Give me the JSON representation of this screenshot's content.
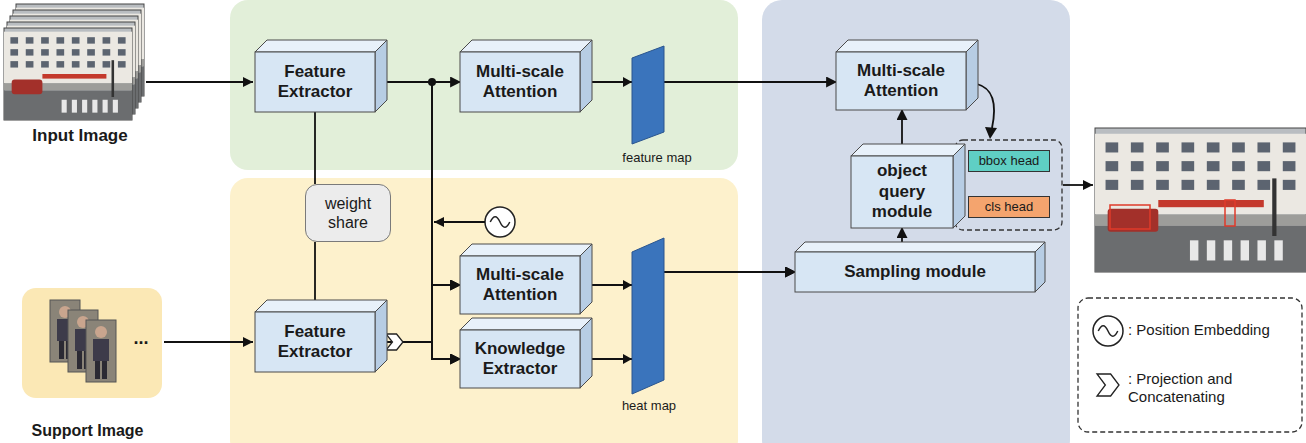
{
  "diagram": {
    "nodes": [
      {
        "text": [
          "Feature Extractor"
        ]
      },
      {
        "text": [
          "Multi-scale Attention"
        ]
      },
      {
        "text": [
          "weight share"
        ]
      },
      {
        "text": [
          "Feature Extractor"
        ]
      },
      {
        "text": [
          "Multi-scale Attention"
        ]
      },
      {
        "text": [
          "Knowledge Extractor"
        ]
      },
      {
        "text": [
          "Multi-scale Attention"
        ]
      },
      {
        "text": [
          "object query module"
        ]
      },
      {
        "text": [
          "Sampling module"
        ]
      },
      {
        "text": [
          "bbox head"
        ]
      },
      {
        "text": [
          "cls head"
        ]
      }
    ],
    "edges": [
      {
        "from": 0,
        "to": 1,
        "arrow": "to"
      },
      {
        "from": 0,
        "to": 4,
        "arrow": "to"
      },
      {
        "from": 0,
        "to": 5,
        "arrow": "to"
      },
      {
        "from": 3,
        "to": 4,
        "arrow": "to"
      },
      {
        "from": 3,
        "to": 5,
        "arrow": "to"
      },
      {
        "from": 0,
        "to": 2,
        "arrow": "none"
      },
      {
        "from": 2,
        "to": 3,
        "arrow": "none"
      },
      {
        "from": 1,
        "to": 6,
        "arrow": "to"
      },
      {
        "from": 4,
        "to": 8,
        "arrow": "to"
      },
      {
        "from": 5,
        "to": 8,
        "arrow": "to"
      },
      {
        "from": 8,
        "to": 7,
        "arrow": "to"
      },
      {
        "from": 7,
        "to": 6,
        "arrow": "to"
      }
    ],
    "labels": [
      "Input Image",
      "Support Image",
      "feature map",
      "heat map",
      "..."
    ],
    "legend": [
      {
        "text": ": Position Embedding"
      },
      {
        "text": ": Projection and Concatenating"
      }
    ]
  }
}
